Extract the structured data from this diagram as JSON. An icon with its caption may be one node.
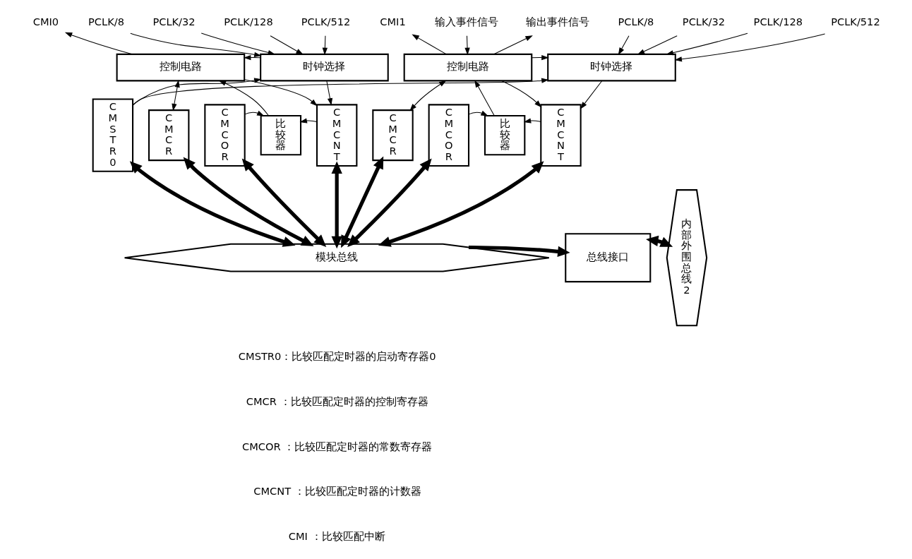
{
  "diagram": {
    "nodes": [
      {
        "text": [
          "CMI0"
        ]
      },
      {
        "text": [
          "PCLK/8"
        ]
      },
      {
        "text": [
          "PCLK/32"
        ]
      },
      {
        "text": [
          "PCLK/128"
        ]
      },
      {
        "text": [
          "PCLK/512"
        ]
      },
      {
        "text": [
          "控制电路"
        ]
      },
      {
        "text": [
          "时钟选择"
        ]
      },
      {
        "text": [
          "CMI1"
        ]
      },
      {
        "text": [
          "输入事件信号"
        ]
      },
      {
        "text": [
          "输出事件信号"
        ]
      },
      {
        "text": [
          "PCLK/8"
        ]
      },
      {
        "text": [
          "PCLK/32"
        ]
      },
      {
        "text": [
          "PCLK/128"
        ]
      },
      {
        "text": [
          "PCLK/512"
        ]
      },
      {
        "text": [
          "控制电路"
        ]
      },
      {
        "text": [
          "时钟选择"
        ]
      },
      {
        "text": [
          "CMSTR0"
        ]
      },
      {
        "text": [
          "CMCR"
        ]
      },
      {
        "text": [
          "CMCOR"
        ]
      },
      {
        "text": [
          "比较器"
        ]
      },
      {
        "text": [
          "CMCNT"
        ]
      },
      {
        "text": [
          "CMCR"
        ]
      },
      {
        "text": [
          "CMCOR"
        ]
      },
      {
        "text": [
          "比较器"
        ]
      },
      {
        "text": [
          "CMCNT"
        ]
      },
      {
        "text": [
          "模块总线"
        ]
      },
      {
        "text": [
          "总线接口"
        ]
      },
      {
        "text": [
          "内部外围总线2"
        ]
      }
    ],
    "edges": [
      {
        "from": 5,
        "to": 0,
        "arrow": "to"
      },
      {
        "from": 1,
        "to": 6,
        "arrow": "to"
      },
      {
        "from": 2,
        "to": 6,
        "arrow": "to"
      },
      {
        "from": 3,
        "to": 6,
        "arrow": "to"
      },
      {
        "from": 4,
        "to": 6,
        "arrow": "to"
      },
      {
        "from": 6,
        "to": 5,
        "arrow": "to"
      },
      {
        "from": 14,
        "to": 7,
        "arrow": "to"
      },
      {
        "from": 8,
        "to": 14,
        "arrow": "to"
      },
      {
        "from": 14,
        "to": 9,
        "arrow": "to"
      },
      {
        "from": 10,
        "to": 15,
        "arrow": "to"
      },
      {
        "from": 11,
        "to": 15,
        "arrow": "to"
      },
      {
        "from": 12,
        "to": 15,
        "arrow": "to"
      },
      {
        "from": 13,
        "to": 15,
        "arrow": "to"
      },
      {
        "from": 14,
        "to": 15,
        "arrow": "to"
      },
      {
        "from": 16,
        "to": 6,
        "arrow": "to"
      },
      {
        "from": 16,
        "to": 15,
        "arrow": "to"
      },
      {
        "from": 5,
        "to": 17,
        "arrow": "both"
      },
      {
        "from": 19,
        "to": 5,
        "arrow": "to"
      },
      {
        "from": 5,
        "to": 20,
        "arrow": "to"
      },
      {
        "from": 6,
        "to": 20,
        "arrow": "to"
      },
      {
        "from": 18,
        "to": 19,
        "arrow": "to"
      },
      {
        "from": 20,
        "to": 19,
        "arrow": "to"
      },
      {
        "from": 14,
        "to": 21,
        "arrow": "both"
      },
      {
        "from": 23,
        "to": 14,
        "arrow": "to"
      },
      {
        "from": 14,
        "to": 24,
        "arrow": "to"
      },
      {
        "from": 15,
        "to": 24,
        "arrow": "to"
      },
      {
        "from": 22,
        "to": 23,
        "arrow": "to"
      },
      {
        "from": 24,
        "to": 23,
        "arrow": "to"
      },
      {
        "from": 16,
        "to": 25,
        "arrow": "both",
        "style": "thick"
      },
      {
        "from": 17,
        "to": 25,
        "arrow": "both",
        "style": "thick"
      },
      {
        "from": 18,
        "to": 25,
        "arrow": "both",
        "style": "thick"
      },
      {
        "from": 20,
        "to": 25,
        "arrow": "both",
        "style": "thick"
      },
      {
        "from": 21,
        "to": 25,
        "arrow": "both",
        "style": "thick"
      },
      {
        "from": 22,
        "to": 25,
        "arrow": "both",
        "style": "thick"
      },
      {
        "from": 24,
        "to": 25,
        "arrow": "both",
        "style": "thick"
      },
      {
        "from": 25,
        "to": 26,
        "arrow": "to",
        "style": "thick"
      },
      {
        "from": 26,
        "to": 27,
        "arrow": "both",
        "style": "thick"
      }
    ],
    "labels": [
      "CMSTR0：比较匹配定时器的启动寄存器0",
      "CMCR ：比较匹配定时器的控制寄存器",
      "CMCOR ：比较匹配定时器的常数寄存器",
      "CMCNT ：比较匹配定时器的计数器",
      "CMI ：比较匹配中断"
    ]
  }
}
